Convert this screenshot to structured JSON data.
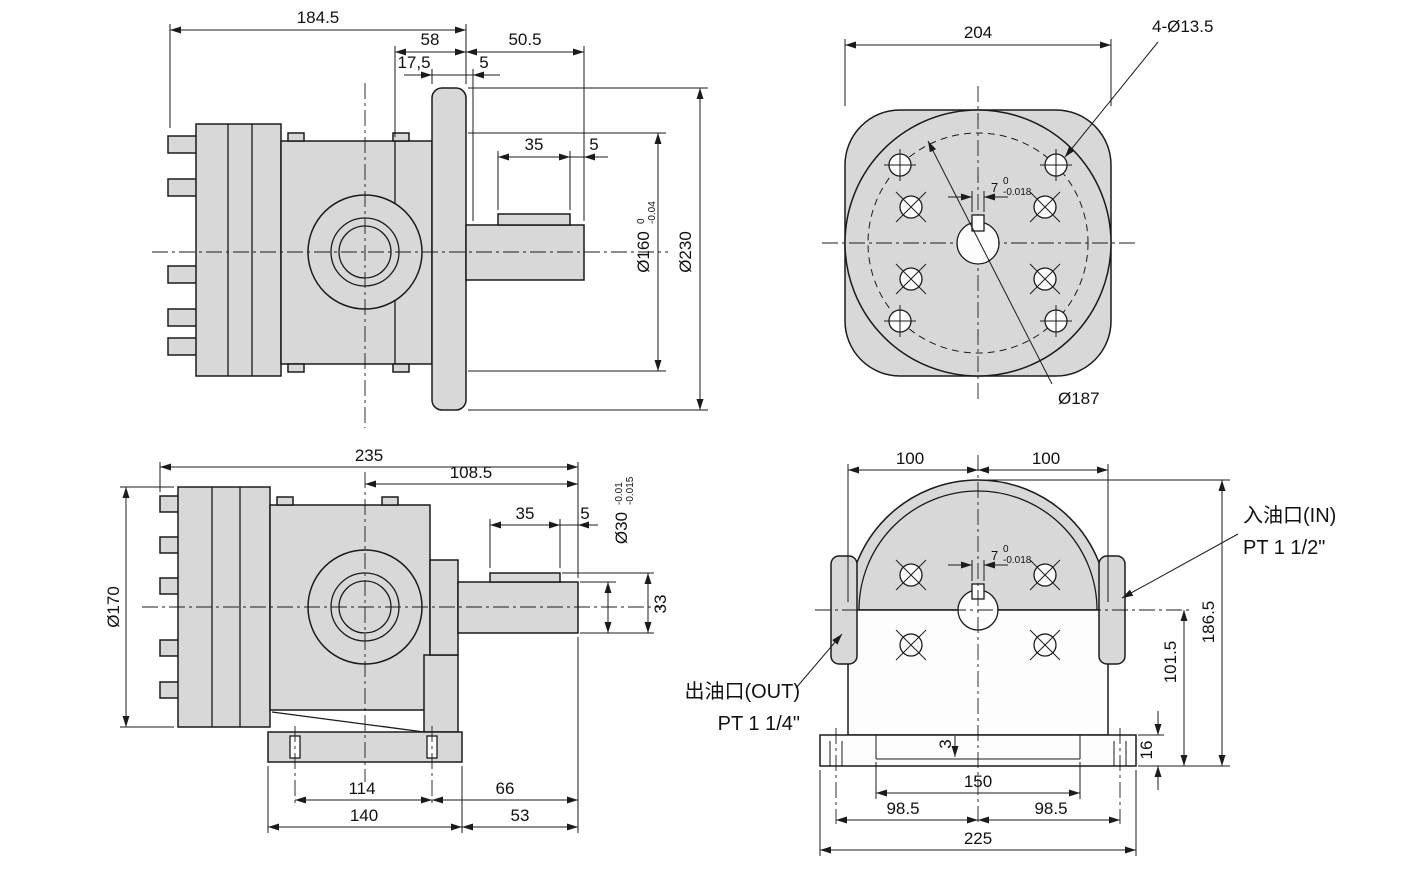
{
  "views": {
    "side_top": {
      "dims": {
        "overall": "184.5",
        "d58": "58",
        "d50_5": "50.5",
        "d17_5": "17,5",
        "d5a": "5",
        "key_len": "35",
        "d5b": "5",
        "pilot_dia": "Ø160",
        "pilot_tol_hi": "0",
        "pilot_tol_lo": "-0.04",
        "flange_dia": "Ø230"
      }
    },
    "front_top": {
      "dims": {
        "width": "204",
        "holes": "4-Ø13.5",
        "key_w": "7",
        "key_tol_hi": "0",
        "key_tol_lo": "-0.018",
        "bolt_circle": "Ø187"
      }
    },
    "side_bottom": {
      "dims": {
        "overall": "235",
        "span": "108.5",
        "key_len": "35",
        "d5": "5",
        "shaft_dia": "Ø30",
        "shaft_tol_hi": "-0.01",
        "shaft_tol_lo": "-0.015",
        "body_dia": "Ø170",
        "k33": "33",
        "hole_span": "114",
        "d66": "66",
        "foot_len": "140",
        "d53": "53"
      }
    },
    "front_bottom": {
      "dims": {
        "left100": "100",
        "right100": "100",
        "key_w": "7",
        "key_tol_hi": "0",
        "key_tol_lo": "-0.018",
        "inlet_label": "入油口(IN)",
        "inlet_size": "PT 1 1/2\"",
        "outlet_label": "出油口(OUT)",
        "outlet_size": "PT 1 1/4\"",
        "total_h": "186.5",
        "center_h": "101.5",
        "base_t": "16",
        "step": "3",
        "recess_w": "150",
        "half_l": "98.5",
        "half_r": "98.5",
        "base_w": "225"
      }
    }
  },
  "colors": {
    "part_fill": "#d8d8d8",
    "line": "#1b1b1b",
    "background": "#ffffff"
  }
}
